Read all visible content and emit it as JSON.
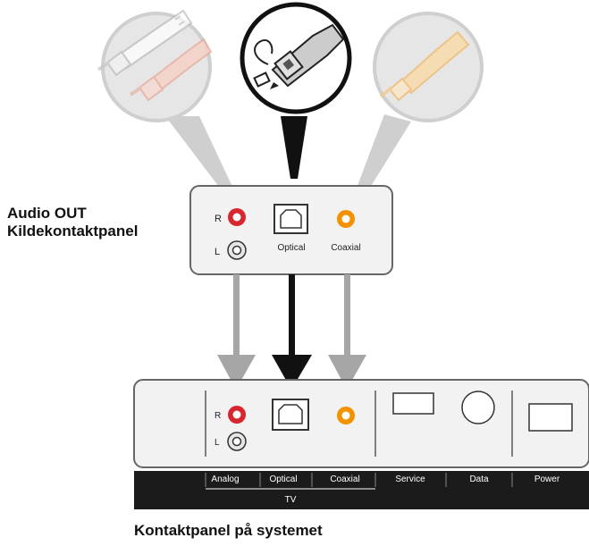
{
  "source_panel": {
    "title_line1": "Audio OUT",
    "title_line2": "Kildekontaktpanel",
    "r_label": "R",
    "l_label": "L",
    "optical_label": "Optical",
    "coaxial_label": "Coaxial"
  },
  "system_panel": {
    "r_label": "R",
    "l_label": "L",
    "bar_labels": {
      "analog": "Analog",
      "optical": "Optical",
      "coaxial": "Coaxial",
      "service": "Service",
      "data": "Data",
      "power": "Power"
    },
    "tv_label": "TV",
    "caption": "Kontaktpanel på systemet"
  },
  "colors": {
    "analog_red": "#d7262e",
    "coaxial_orange": "#f39200",
    "arrow_gray": "#a6a6a6",
    "optical_black": "#111111",
    "panel_fill": "#f2f2f2",
    "panel_stroke": "#666666",
    "bar_black": "#1c1b1b"
  },
  "icons": {
    "rca_cable": "rca-cable-icon",
    "optical_plug": "optical-plug-icon",
    "coaxial_plug": "coaxial-plug-icon"
  }
}
